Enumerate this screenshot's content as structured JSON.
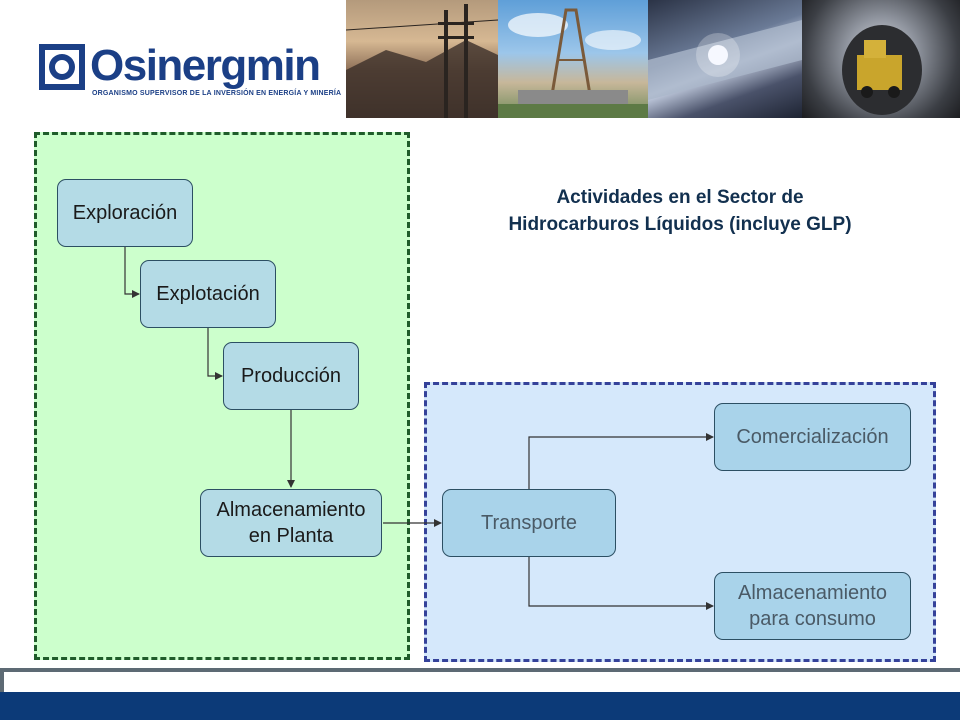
{
  "brand": {
    "name": "Osinergmin",
    "tagline": "ORGANISMO SUPERVISOR DE LA INVERSIÓN EN ENERGÍA Y MINERÍA",
    "color": "#1b3f86"
  },
  "title": "Actividades en el Sector de\nHidrocarburos Líquidos (incluye GLP)",
  "nodes": {
    "exploracion": "Exploración",
    "explotacion": "Explotación",
    "produccion": "Producción",
    "almacenamiento_planta": "Almacenamiento\nen Planta",
    "transporte": "Transporte",
    "comercializacion": "Comercialización",
    "almacenamiento_consumo": "Almacenamiento\npara consumo"
  },
  "colors": {
    "upstream_fill": "#ccffcc",
    "upstream_border": "#1f5c2a",
    "downstream_fill": "#d5e8fb",
    "downstream_border": "#35429a",
    "footer_bar": "#0c3a78"
  }
}
